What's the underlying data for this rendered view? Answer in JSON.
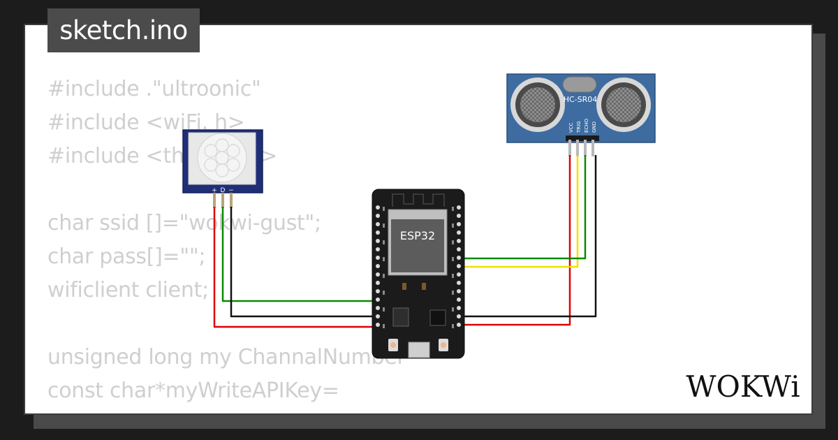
{
  "project": {
    "title": "sketch.ino"
  },
  "code_lines": [
    "#include .\"ultroonic\"",
    "#include <wiFi. h>",
    "#include <thi      k.h>",
    "",
    "char ssid []=\"wokwi-gust\";",
    "char pass[]=\"\";",
    "wificlient client;",
    "",
    "unsigned long my ChannalNumber",
    "const char*myWriteAPIKey="
  ],
  "components": {
    "esp32": {
      "label": "ESP32"
    },
    "ultrasonic": {
      "label": "HC-SR04",
      "pins": [
        "VCC",
        "TRIG",
        "ECHO",
        "GND"
      ]
    },
    "pir": {
      "pins": [
        "+",
        "D",
        "−"
      ]
    }
  },
  "wire_colors": {
    "vcc": "#e00000",
    "gnd": "#111111",
    "signal_green": "#0a8a00",
    "signal_yellow": "#f0e000"
  },
  "brand": {
    "logo_text": "WOKWi"
  }
}
